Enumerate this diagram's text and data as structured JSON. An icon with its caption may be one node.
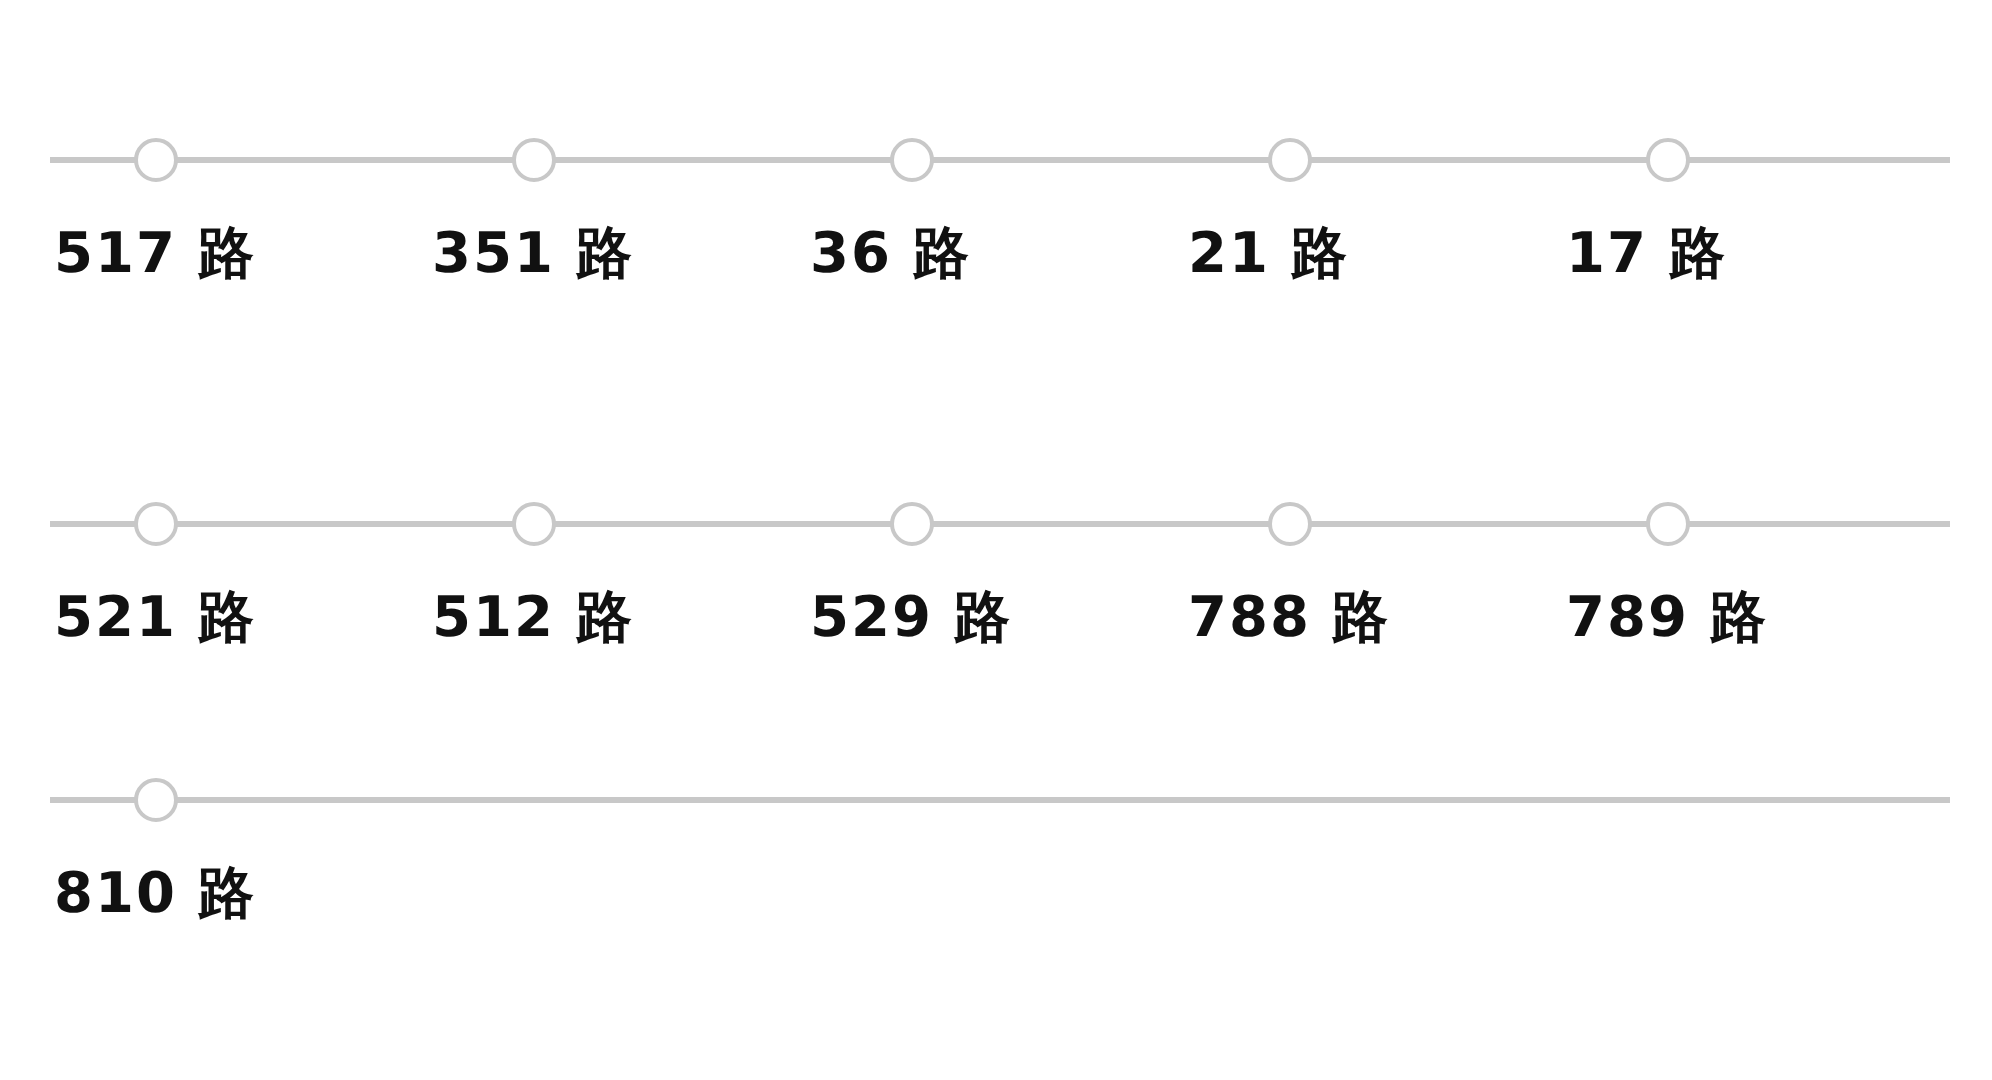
{
  "diagram": {
    "nodes": [
      {
        "text": [],
        "shape": "circle",
        "beside": [
          "517 路"
        ]
      },
      {
        "text": [],
        "shape": "circle",
        "beside": [
          "351 路"
        ]
      },
      {
        "text": [],
        "shape": "circle",
        "beside": [
          "36 路"
        ]
      },
      {
        "text": [],
        "shape": "circle",
        "beside": [
          "21 路"
        ]
      },
      {
        "text": [],
        "shape": "circle",
        "beside": [
          "17 路"
        ]
      },
      {
        "text": [],
        "shape": "circle",
        "beside": [
          "521 路"
        ]
      },
      {
        "text": [],
        "shape": "circle",
        "beside": [
          "512 路"
        ]
      },
      {
        "text": [],
        "shape": "circle",
        "beside": [
          "529 路"
        ]
      },
      {
        "text": [],
        "shape": "circle",
        "beside": [
          "788 路"
        ]
      },
      {
        "text": [],
        "shape": "circle",
        "beside": [
          "789 路"
        ]
      },
      {
        "text": [],
        "shape": "circle",
        "beside": [
          "810 路"
        ]
      }
    ],
    "edges": [
      {
        "from": null,
        "to": 0,
        "arrow": "none"
      },
      {
        "from": 0,
        "to": 1,
        "arrow": "none"
      },
      {
        "from": 1,
        "to": 2,
        "arrow": "none"
      },
      {
        "from": 2,
        "to": 3,
        "arrow": "none"
      },
      {
        "from": 3,
        "to": 4,
        "arrow": "none"
      },
      {
        "from": 4,
        "to": null,
        "arrow": "none"
      },
      {
        "from": null,
        "to": 5,
        "arrow": "none"
      },
      {
        "from": 5,
        "to": 6,
        "arrow": "none"
      },
      {
        "from": 6,
        "to": 7,
        "arrow": "none"
      },
      {
        "from": 7,
        "to": 8,
        "arrow": "none"
      },
      {
        "from": 8,
        "to": 9,
        "arrow": "none"
      },
      {
        "from": 9,
        "to": null,
        "arrow": "none"
      },
      {
        "from": null,
        "to": 10,
        "arrow": "none"
      },
      {
        "from": 10,
        "to": null,
        "arrow": "none"
      }
    ]
  }
}
